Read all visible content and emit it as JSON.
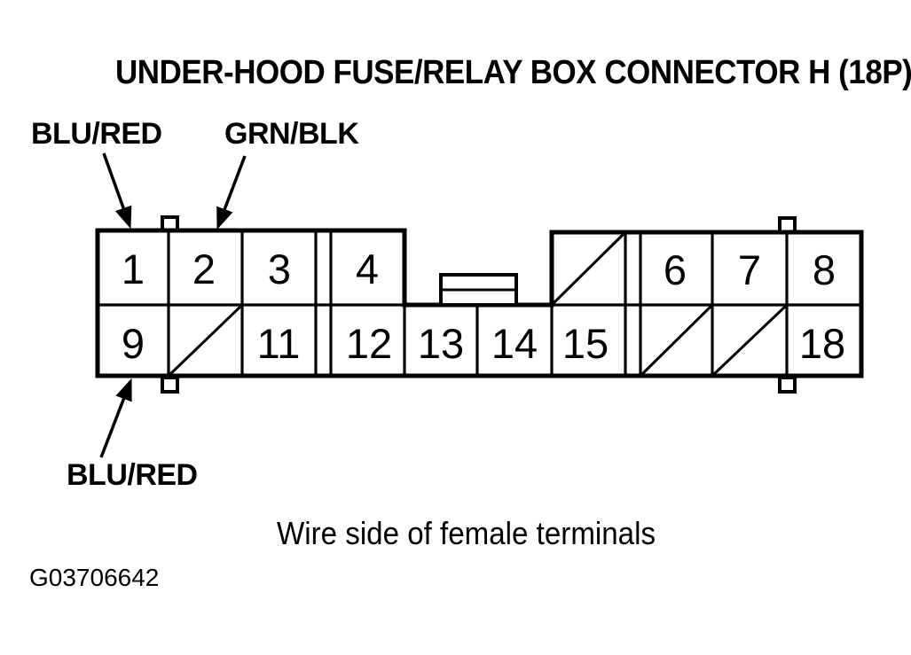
{
  "title": "UNDER-HOOD FUSE/RELAY BOX CONNECTOR H (18P)",
  "caption": "Wire side of female terminals",
  "doc_id": "G03706642",
  "wire_labels": {
    "pin1_top": "BLU/RED",
    "pin2_top": "GRN/BLK",
    "pin9_bottom": "BLU/RED"
  },
  "connector": {
    "pin_count_label": "18P",
    "colors": {
      "ink": "#000000",
      "paper": "#ffffff"
    },
    "pins": {
      "p1": "1",
      "p2": "2",
      "p3": "3",
      "p4": "4",
      "p6": "6",
      "p7": "7",
      "p8": "8",
      "p9": "9",
      "p11": "11",
      "p12": "12",
      "p13": "13",
      "p14": "14",
      "p15": "15",
      "p18": "18"
    }
  }
}
